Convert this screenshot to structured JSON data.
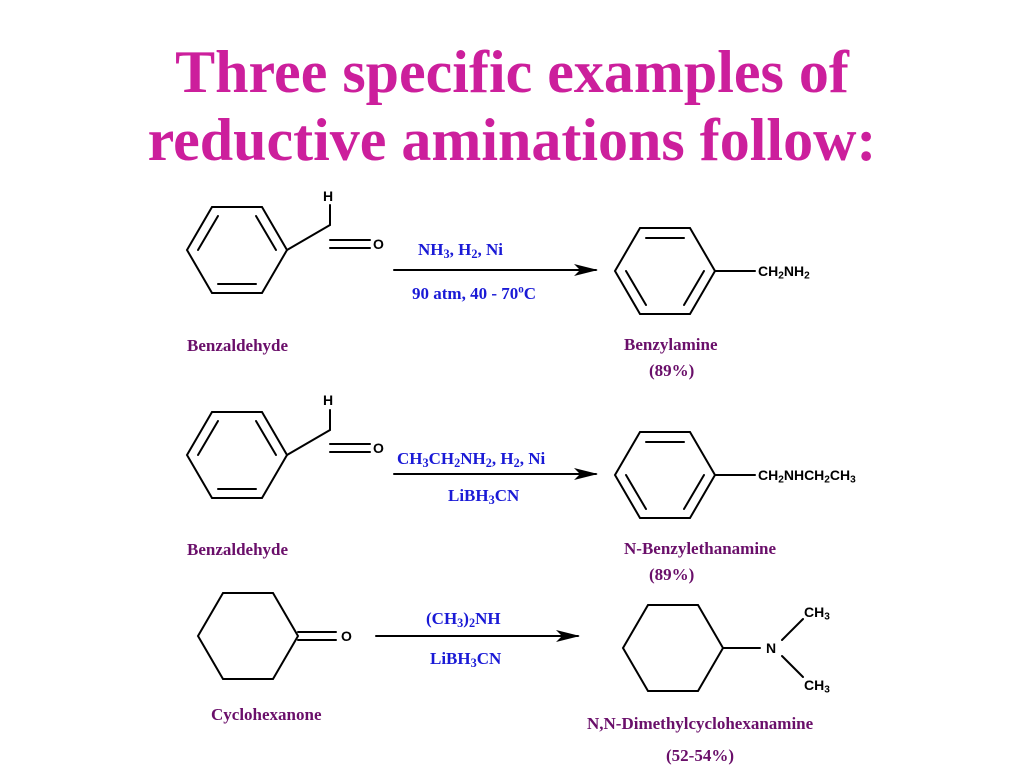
{
  "slide": {
    "title_line1": "Three specific examples of",
    "title_line2": "reductive aminations follow:",
    "colors": {
      "title": "#cc1f9c",
      "compound_name": "#6a0f6a",
      "reagent": "#1a1ad6",
      "structure": "#000000"
    }
  },
  "reaction1": {
    "reactant_name": "Benzaldehyde",
    "reactant_atom_h": "H",
    "reactant_atom_o": "O",
    "reagent_above": {
      "nh": "NH",
      "nh_sub": "3",
      "h": ",  H",
      "h_sub": "2",
      "rest": ",  Ni"
    },
    "reagent_below": {
      "text": "90 atm,  40 - 70",
      "sup": "o",
      "unit": "C"
    },
    "product_group": {
      "a": "CH",
      "a_sub": "2",
      "b": "NH",
      "b_sub": "2"
    },
    "product_name": "Benzylamine",
    "yield": "(89%)"
  },
  "reaction2": {
    "reactant_name": "Benzaldehyde",
    "reactant_atom_h": "H",
    "reactant_atom_o": "O",
    "reagent_above": {
      "a": "CH",
      "a_sub": "3",
      "b": "CH",
      "b_sub": "2",
      "c": "NH",
      "c_sub": "2",
      "d": ",  H",
      "d_sub": "2",
      "rest": ",  Ni"
    },
    "reagent_below": {
      "a": "LiBH",
      "a_sub": "3",
      "rest": "CN"
    },
    "product_group": {
      "a": "CH",
      "a_sub": "2",
      "b": "NHCH",
      "b_sub": "2",
      "c": "CH",
      "c_sub": "3"
    },
    "product_name": "N-Benzylethanamine",
    "yield": "(89%)"
  },
  "reaction3": {
    "reactant_name": "Cyclohexanone",
    "reactant_atom_o": "O",
    "reagent_above": {
      "a": "(CH",
      "a_sub": "3",
      "b": ")",
      "b_sub": "2",
      "rest": "NH"
    },
    "reagent_below": {
      "a": "LiBH",
      "a_sub": "3",
      "rest": "CN"
    },
    "product_atom_n": "N",
    "product_ch3_top": {
      "a": "CH",
      "a_sub": "3"
    },
    "product_ch3_bottom": {
      "a": "CH",
      "a_sub": "3"
    },
    "product_name": "N,N-Dimethylcyclohexanamine",
    "yield": "(52-54%)"
  }
}
